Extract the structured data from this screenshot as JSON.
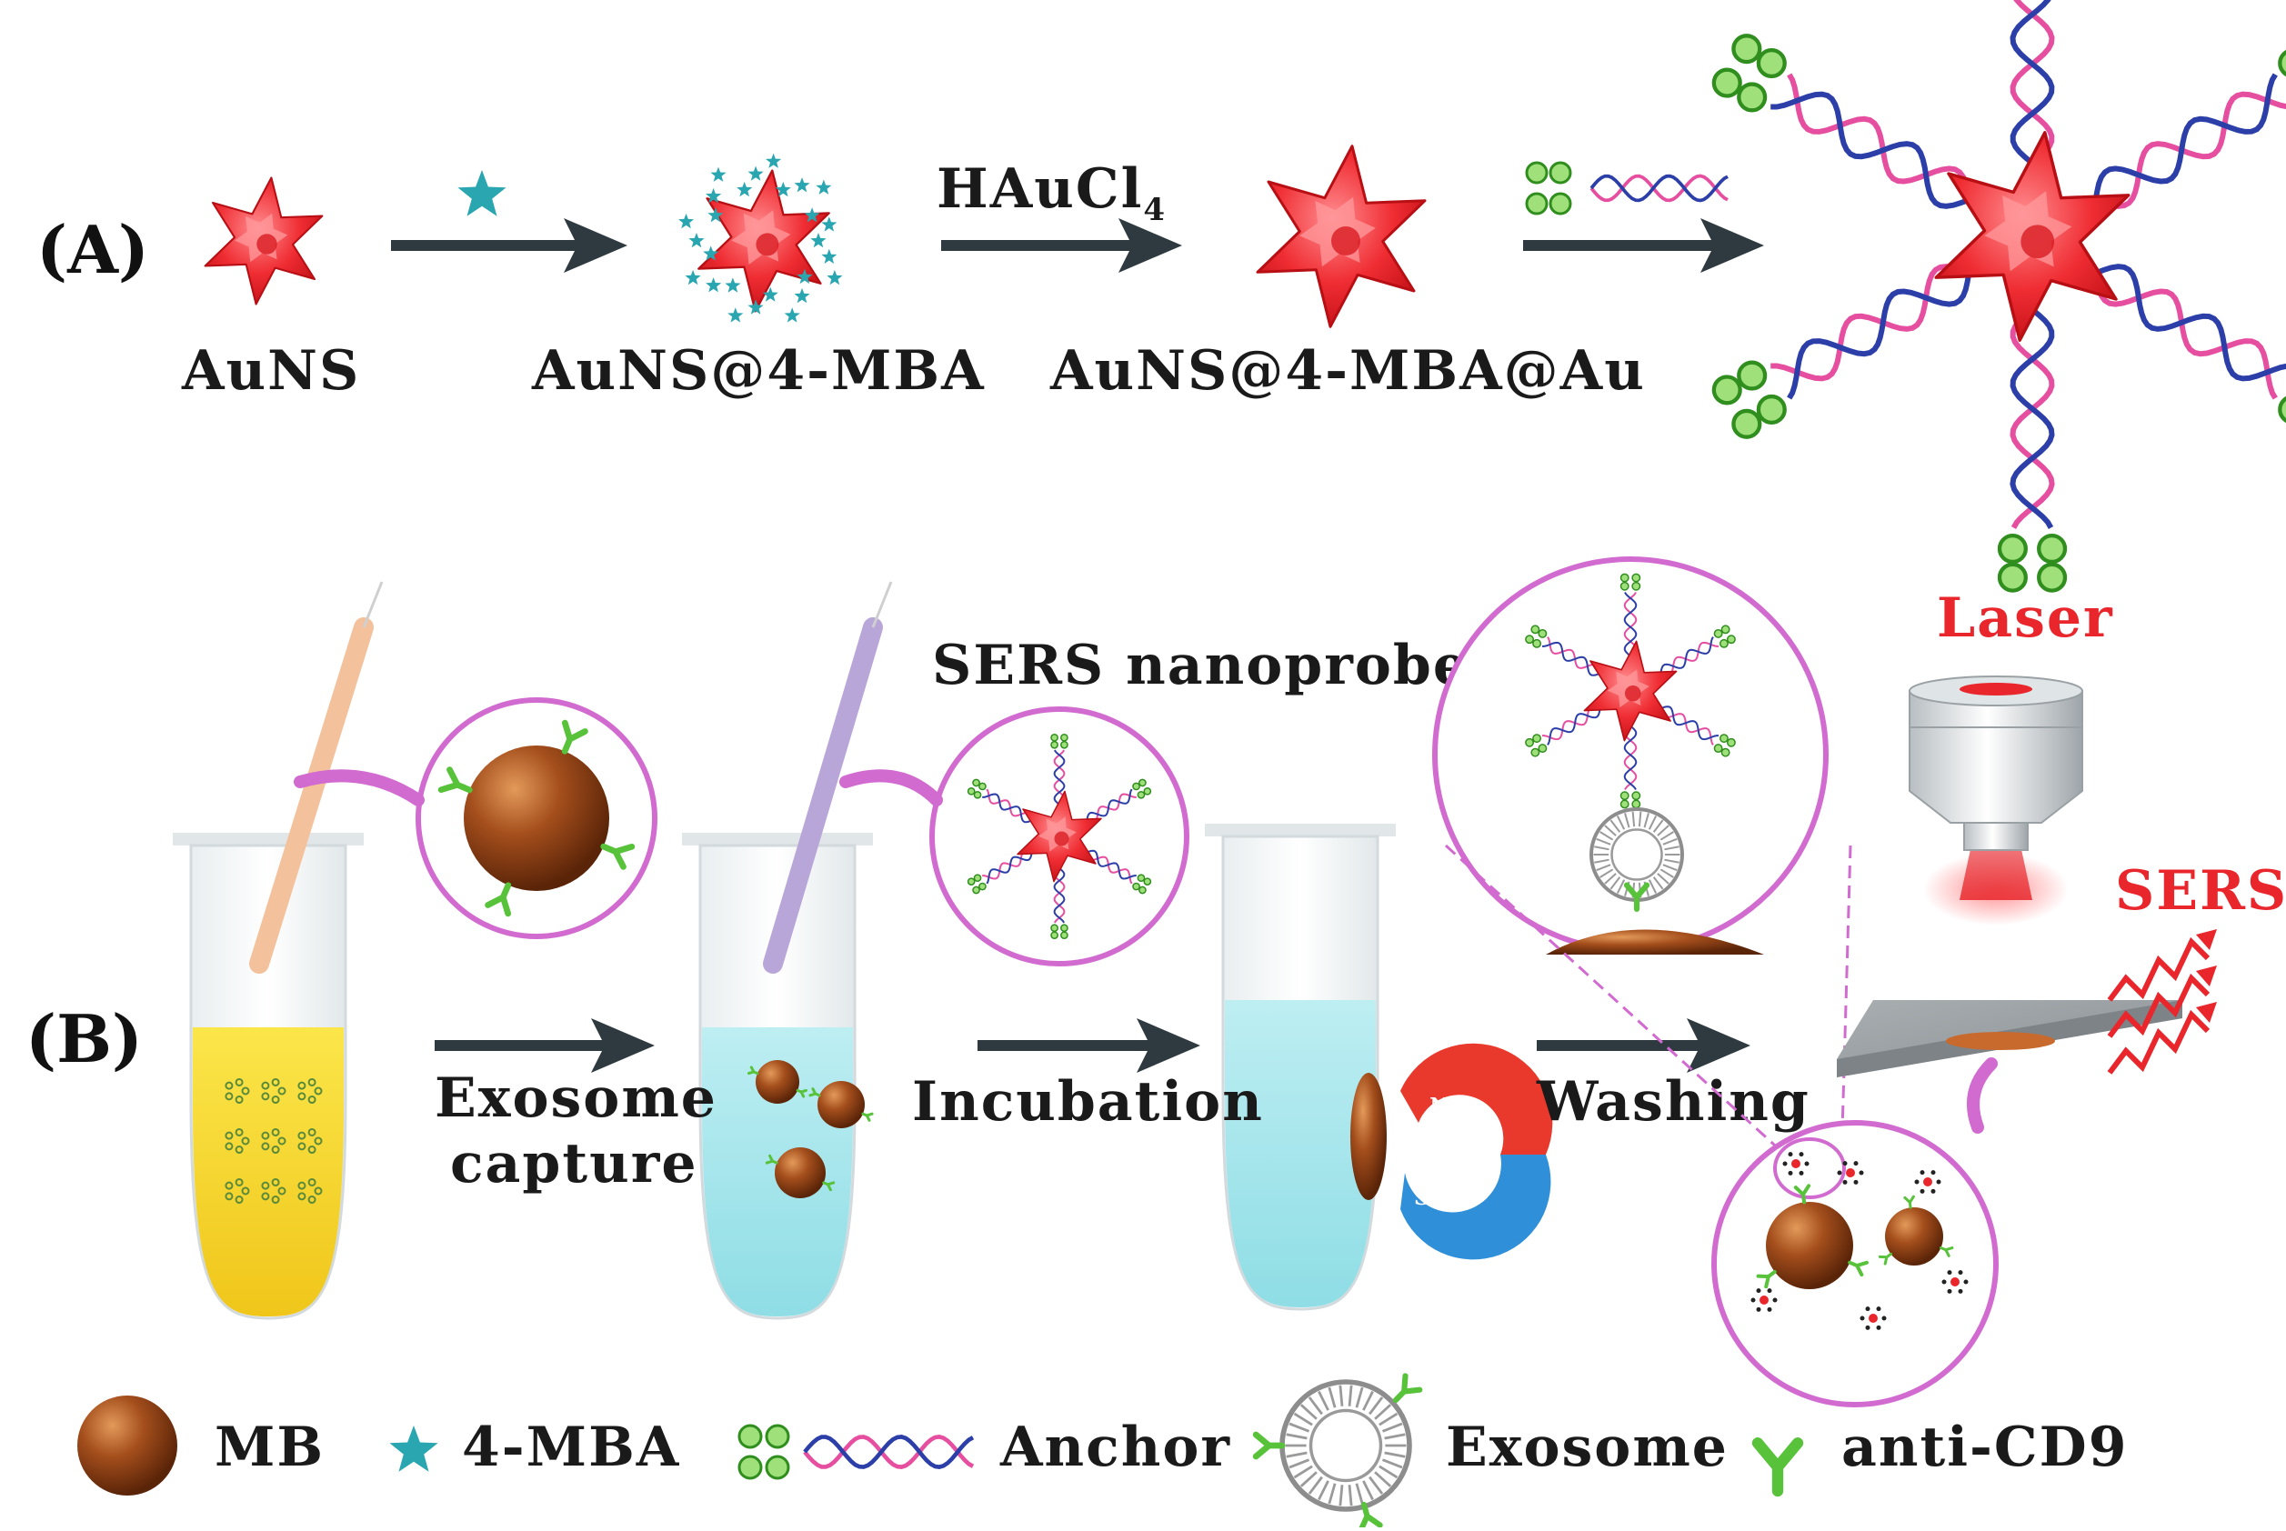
{
  "colors": {
    "star": "#e8262b",
    "arrow": "#2e3a3f",
    "mb": "#8a3d12",
    "teal": "#2aa6b0",
    "pink": "#e64fa0",
    "blue": "#2c3fa8",
    "green": "#57c23a",
    "laser": "#e8262b",
    "circle": "#d26bd0"
  },
  "panel_a": {
    "label": "(A)",
    "step1": "AuNS",
    "step2": "AuNS@4-MBA",
    "step3": "AuNS@4-MBA@Au",
    "reagent_base": "HAuCl",
    "reagent_sub": "4"
  },
  "panel_b": {
    "label": "(B)",
    "probe_title": "SERS nanoprobe",
    "step_capture_1": "Exosome",
    "step_capture_2": "capture",
    "step_incubation": "Incubation",
    "step_washing": "Washing",
    "laser": "Laser",
    "sers": "SERS",
    "magnet_n": "N",
    "magnet_s": "S"
  },
  "legend": {
    "mb": "MB",
    "mba": "4-MBA",
    "anchor": "Anchor",
    "exosome": "Exosome",
    "anti_cd9": "anti-CD9"
  }
}
